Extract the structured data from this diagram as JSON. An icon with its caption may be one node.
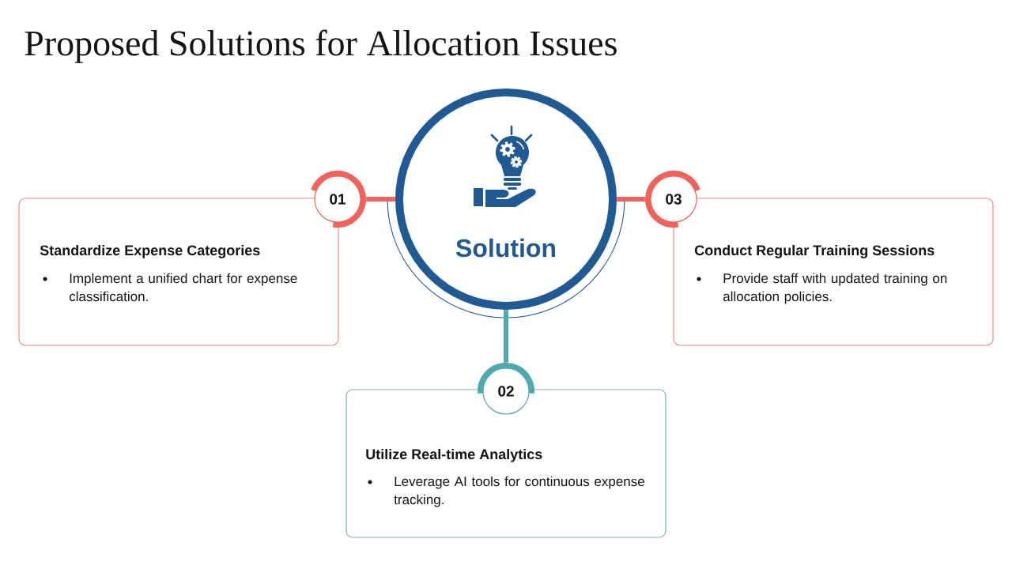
{
  "diagram": {
    "title": "Proposed Solutions for Allocation Issues",
    "nodes": [
      {
        "text": [
          "Solution"
        ]
      },
      {
        "text": [
          "01"
        ]
      },
      {
        "text": [
          "Standardize Expense Categories",
          "Implement a unified chart for expense classification."
        ]
      },
      {
        "text": [
          "02"
        ]
      },
      {
        "text": [
          "Utilize Real-time Analytics",
          "Leverage AI tools for continuous expense tracking."
        ]
      },
      {
        "text": [
          "03"
        ]
      },
      {
        "text": [
          "Conduct Regular Training Sessions",
          "Provide staff with updated training on allocation policies."
        ]
      }
    ],
    "edges": [
      {
        "from": 0,
        "to": 1,
        "arrow": "none"
      },
      {
        "from": 0,
        "to": 3,
        "arrow": "none",
        "color": "#4ea9b1"
      },
      {
        "from": 0,
        "to": 5,
        "arrow": "none"
      }
    ]
  }
}
